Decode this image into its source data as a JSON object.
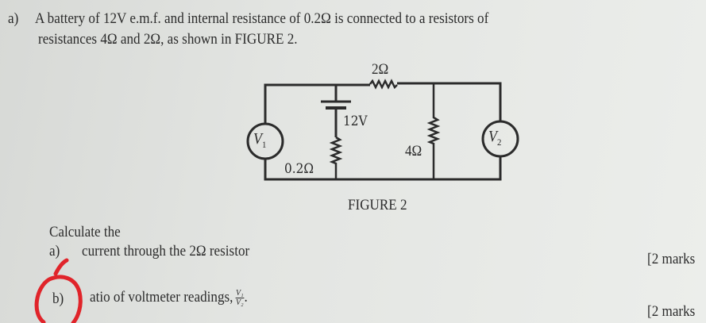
{
  "question": {
    "label": "a)",
    "line1": "A battery of 12V e.m.f. and internal resistance of 0.2Ω is connected to a resistors of",
    "line2": "resistances 4Ω and 2Ω, as shown in FIGURE 2."
  },
  "figure": {
    "caption": "FIGURE 2",
    "labels": {
      "r_top": "2Ω",
      "battery": "12V",
      "r_mid": "4Ω",
      "r_internal": "0.2Ω",
      "v1": "V",
      "v1_sub": "1",
      "v2": "V",
      "v2_sub": "2"
    }
  },
  "tasks": {
    "intro": "Calculate the",
    "items": [
      {
        "label": "a)",
        "text": "current through the 2Ω resistor",
        "marks": "[2 marks"
      },
      {
        "label": "b)",
        "text": "atio of voltmeter readings,",
        "frac_num": "V₁",
        "frac_den": "V₂",
        "trail": ".",
        "marks": "[2 marks"
      }
    ]
  },
  "annotation_color": "#e0242a"
}
